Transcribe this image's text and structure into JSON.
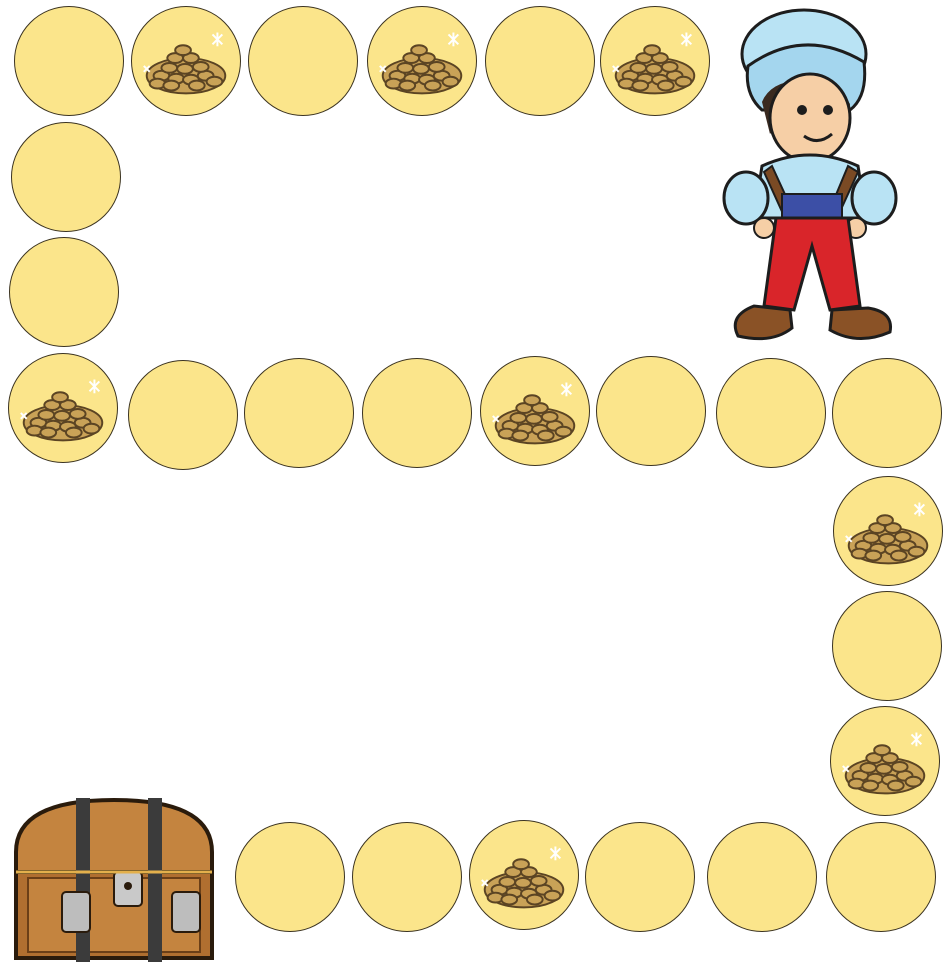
{
  "board": {
    "path": [
      {
        "kind": "empty"
      },
      {
        "kind": "coins"
      },
      {
        "kind": "empty"
      },
      {
        "kind": "coins"
      },
      {
        "kind": "empty"
      },
      {
        "kind": "coins"
      },
      {
        "kind": "empty"
      },
      {
        "kind": "empty"
      },
      {
        "kind": "coins"
      },
      {
        "kind": "empty"
      },
      {
        "kind": "empty"
      },
      {
        "kind": "empty"
      },
      {
        "kind": "coins"
      },
      {
        "kind": "empty"
      },
      {
        "kind": "empty"
      },
      {
        "kind": "empty"
      },
      {
        "kind": "coins"
      },
      {
        "kind": "empty"
      },
      {
        "kind": "coins"
      },
      {
        "kind": "empty"
      },
      {
        "kind": "empty"
      },
      {
        "kind": "empty"
      },
      {
        "kind": "coins"
      },
      {
        "kind": "empty"
      },
      {
        "kind": "empty"
      }
    ]
  },
  "start": {
    "icon": "boy-in-turban-character"
  },
  "finish": {
    "icon": "treasure-chest-icon"
  },
  "colors": {
    "space_fill": "#fbe58b",
    "space_outline": "#3b3320",
    "coin": "#c9a257",
    "coin_dark": "#5b4423"
  }
}
